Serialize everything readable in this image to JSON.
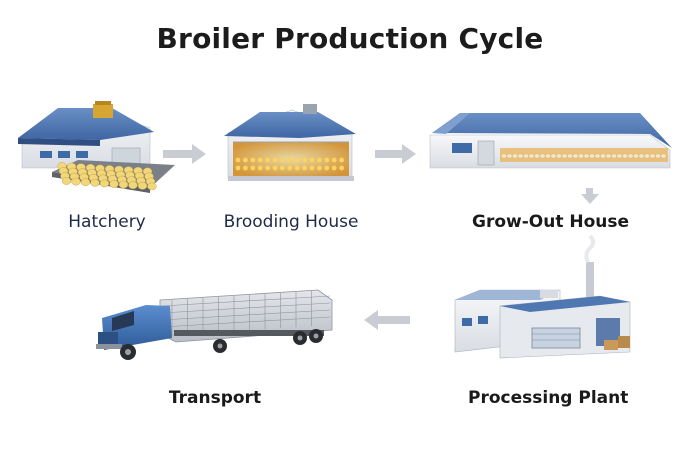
{
  "title": "Broiler Production Cycle",
  "stages": [
    {
      "label": "Hatchery"
    },
    {
      "label": "Brooding House"
    },
    {
      "label": "Grow-Out House"
    },
    {
      "label": "Processing Plant"
    },
    {
      "label": "Transport"
    }
  ],
  "colors": {
    "roof": "#4f78b3",
    "wall": "#eef0f3",
    "window": "#3f6aa8",
    "truck_cab": "#3a6cb0",
    "arrow": "#c9cdd3",
    "chick": "#f2c744"
  },
  "icons": [
    "hatchery-building",
    "brooding-house",
    "grow-out-house",
    "processing-plant",
    "livestock-truck",
    "flow-arrow"
  ]
}
